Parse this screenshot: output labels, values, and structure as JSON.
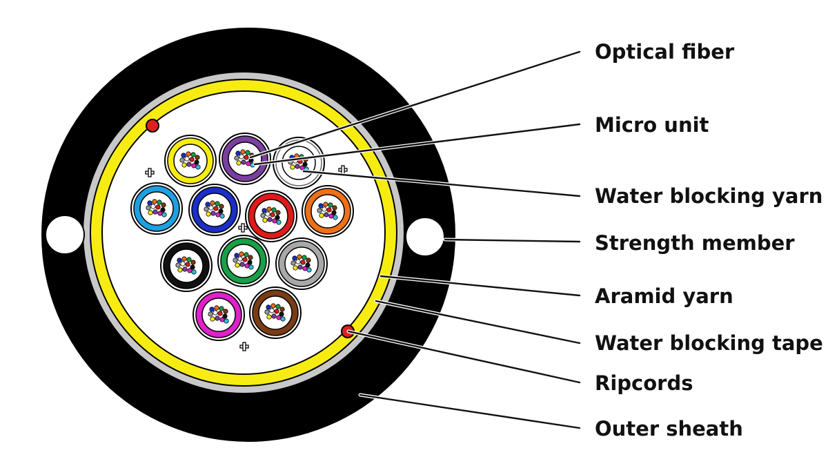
{
  "diagram": {
    "labels": [
      {
        "key": "optical_fiber",
        "text": "Optical fiber"
      },
      {
        "key": "micro_unit",
        "text": "Micro unit"
      },
      {
        "key": "water_blocking_yarn",
        "text": "Water blocking yarn"
      },
      {
        "key": "strength_member",
        "text": "Strength member"
      },
      {
        "key": "aramid_yarn",
        "text": "Aramid yarn"
      },
      {
        "key": "water_blocking_tape",
        "text": "Water blocking tape"
      },
      {
        "key": "ripcords",
        "text": "Ripcords"
      },
      {
        "key": "outer_sheath",
        "text": "Outer sheath"
      }
    ],
    "colors": {
      "outer_sheath": "#000000",
      "water_blocking_tape": "#c8c8c8",
      "aramid_yarn": "#f7ec12",
      "ripcord": "#e02020",
      "core": "#ffffff"
    },
    "micro_unit_colors": [
      "#f7ec12",
      "#7b3fa0",
      "#ffffff",
      "#1ea0e0",
      "#1a2fc8",
      "#e01a1a",
      "#f07018",
      "#111111",
      "#18a048",
      "#a8a8a8",
      "#e020c8",
      "#7a3c14"
    ],
    "fiber_colors": [
      "#1a2fc8",
      "#f07018",
      "#18a048",
      "#7a3c14",
      "#9a9a9a",
      "#ffffff",
      "#e01a1a",
      "#111111",
      "#f7ec12",
      "#7b3fa0",
      "#e020c8",
      "#30c0e0"
    ]
  }
}
